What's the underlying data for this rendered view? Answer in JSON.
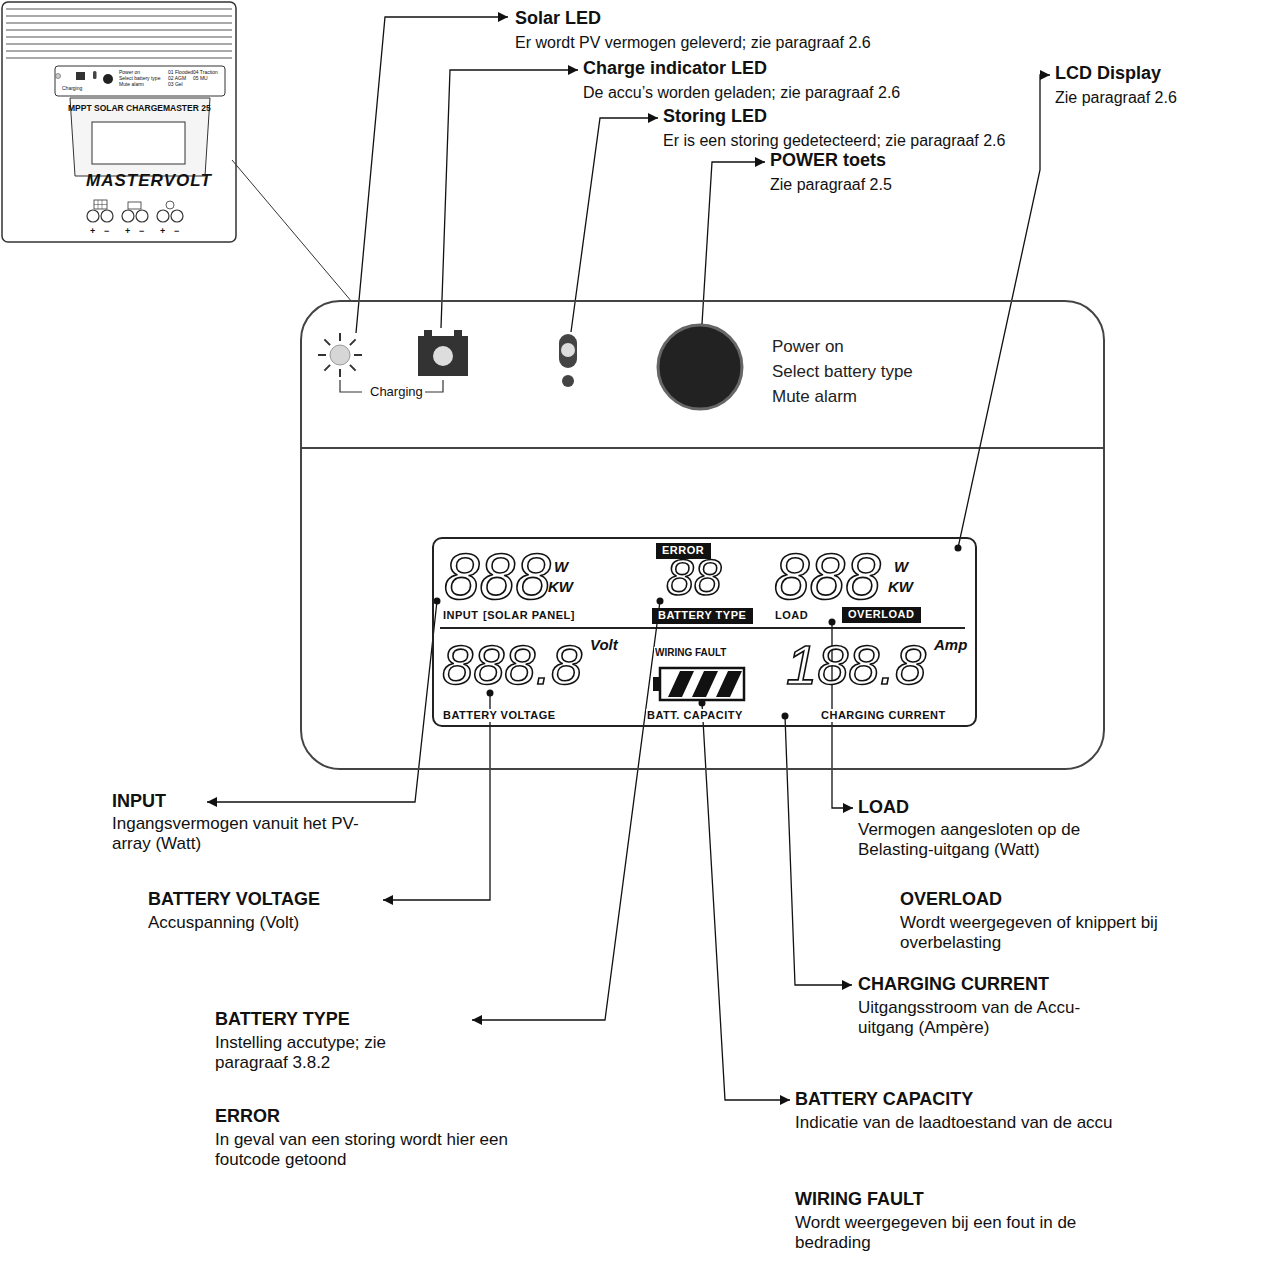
{
  "diagram": {
    "nodes": [
      {
        "text": [
          "Charging",
          "Power on",
          "Select battery type",
          "Mute alarm"
        ]
      },
      {
        "text": [
          "888",
          "W",
          "KW",
          "INPUT",
          "[SOLAR PANEL]",
          "88",
          "888",
          "W",
          "KW",
          "LOAD",
          "888.8",
          "Volt",
          "BATTERY VOLTAGE",
          "WIRING FAULT",
          "BATT. CAPACITY",
          "188.8",
          "Amp",
          "CHARGING CURRENT"
        ],
        "in": 0
      },
      {
        "text": [
          "ERROR"
        ],
        "in": 1
      },
      {
        "text": [
          "BATTERY TYPE"
        ],
        "in": 1
      },
      {
        "text": [
          "OVERLOAD"
        ],
        "in": 1
      }
    ],
    "labels": [
      "Solar LED",
      "Er wordt PV vermogen geleverd; zie paragraaf 2.6",
      "Charge indicator LED",
      "De accu’s worden geladen; zie paragraaf 2.6",
      "Storing LED",
      "Er is een storing gedetecteerd; zie paragraaf 2.6",
      "POWER toets",
      "Zie paragraaf 2.5",
      "LCD Display",
      "Zie paragraaf 2.6",
      "INPUT",
      "Ingangsvermogen vanuit het PV-array (Watt)",
      "BATTERY VOLTAGE",
      "Accuspanning (Volt)",
      "BATTERY TYPE",
      "Instelling accutype; zie paragraaf 3.8.2",
      "ERROR",
      "In geval van een storing wordt hier een foutcode getoond",
      "LOAD",
      "Vermogen aangesloten op de Belasting-uitgang (Watt)",
      "OVERLOAD",
      "Wordt weergegeven of knippert bij overbelasting",
      "CHARGING CURRENT",
      "Uitgangsstroom van de Accu-uitgang (Ampère)",
      "BATTERY CAPACITY",
      "Indicatie van de laadtoestand van de accu",
      "WIRING FAULT",
      "Wordt weergegeven bij een fout in de bedrading",
      "Charging",
      "Power on",
      "Select battery type",
      "Mute alarm",
      "01 Flooded",
      "02 AGM",
      "03 Gel",
      "04 Traction",
      "05 MU",
      "MPPT SOLAR CHARGEMASTER 25",
      "MASTERVOLT",
      "+",
      "−",
      "+",
      "−",
      "+",
      "−"
    ]
  }
}
